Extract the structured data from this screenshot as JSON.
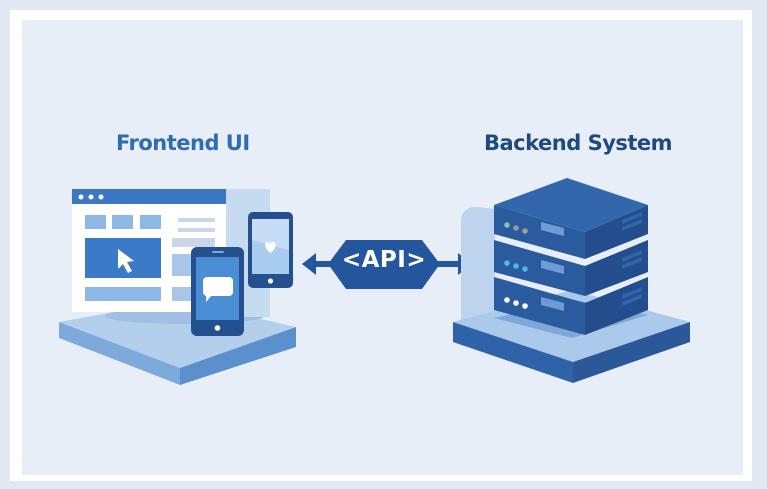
{
  "diagram": {
    "frontend": {
      "title": "Frontend UI",
      "components": [
        "browser-window",
        "smartphone-chat",
        "smartphone-heart",
        "platform"
      ]
    },
    "connector": {
      "label": "<API>",
      "direction": "bidirectional"
    },
    "backend": {
      "title": "Backend System",
      "server_units": [
        {
          "leds": [
            "#7fc2b0",
            "#8e99a3",
            "#a39a92"
          ]
        },
        {
          "leds": [
            "#4fb9e6",
            "#4fb9e6",
            "#4fb9e6"
          ]
        },
        {
          "leds": [
            "#ffffff",
            "#ffffff",
            "#ffffff"
          ]
        }
      ]
    },
    "colors": {
      "frontend_title": "#2f6db3",
      "backend_title": "#1f4a80",
      "api_fill": "#24569e",
      "server_body": "#2a5a9e",
      "background": "#e8eef7"
    }
  }
}
